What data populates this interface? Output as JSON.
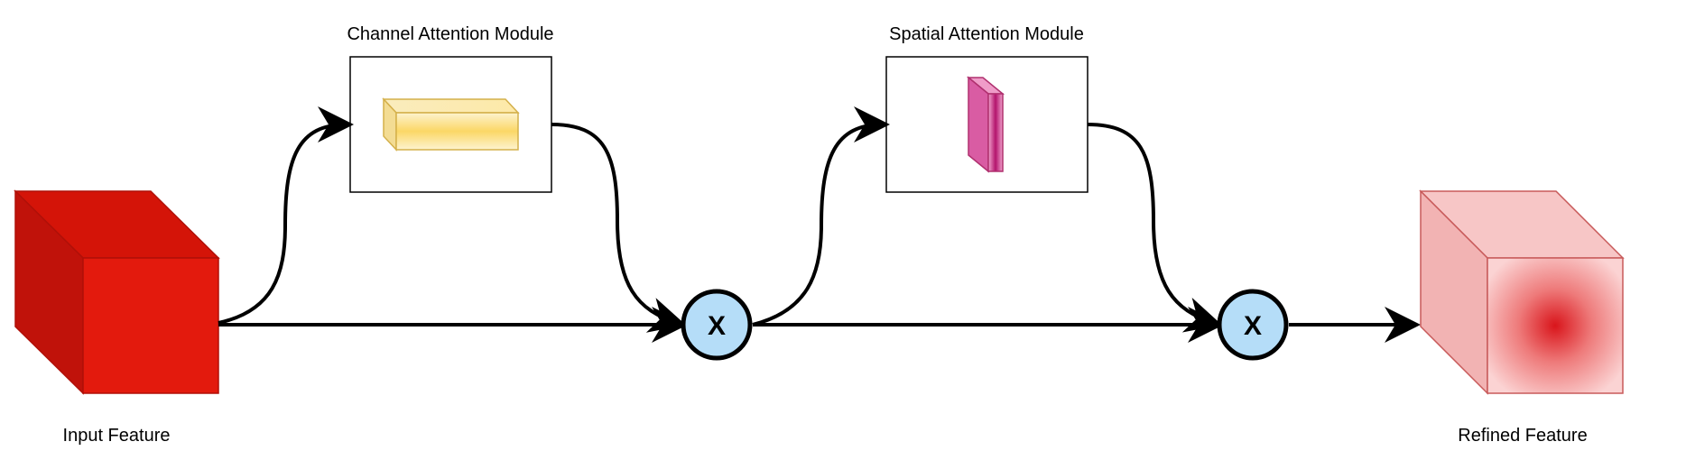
{
  "labels": {
    "input_feature": "Input Feature",
    "refined_feature": "Refined Feature",
    "channel_module": "Channel Attention Module",
    "spatial_module": "Spatial Attention Module",
    "multiply_1": "X",
    "multiply_2": "X"
  },
  "colors": {
    "input_cube": "#e31a0d",
    "refined_cube": "#f5b9b9",
    "channel_bar": "#fbe7a0",
    "spatial_bar": "#e27fb5",
    "multiply_node": "#b5ddf8",
    "stroke": "#000000"
  }
}
